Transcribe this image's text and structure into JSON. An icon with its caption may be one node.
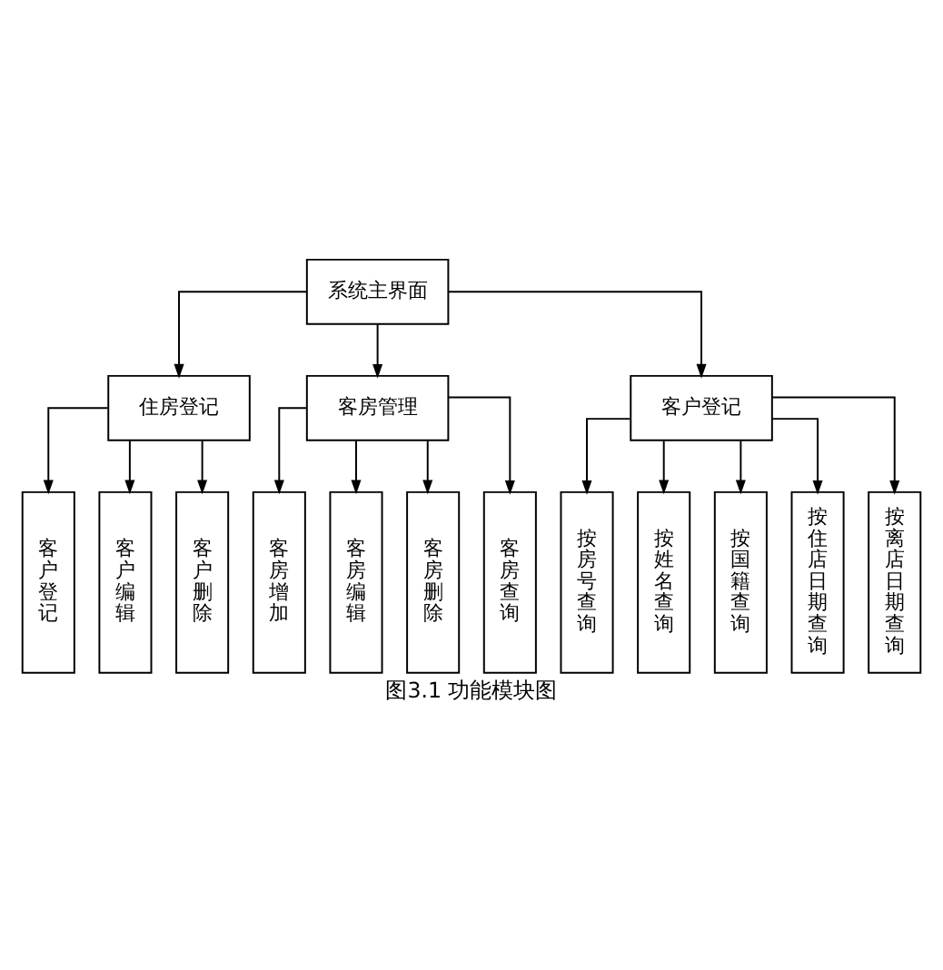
{
  "diagram": {
    "caption": "图3.1 功能模块图",
    "nodes": [
      {
        "text": [
          "系统主界面"
        ]
      },
      {
        "text": [
          "住房登记"
        ]
      },
      {
        "text": [
          "客房管理"
        ]
      },
      {
        "text": [
          "客户登记"
        ]
      },
      {
        "text": [
          "客户登记"
        ]
      },
      {
        "text": [
          "客户编辑"
        ]
      },
      {
        "text": [
          "客户删除"
        ]
      },
      {
        "text": [
          "客房增加"
        ]
      },
      {
        "text": [
          "客房编辑"
        ]
      },
      {
        "text": [
          "客房删除"
        ]
      },
      {
        "text": [
          "客房查询"
        ]
      },
      {
        "text": [
          "按房号查询"
        ]
      },
      {
        "text": [
          "按姓名查询"
        ]
      },
      {
        "text": [
          "按国籍查询"
        ]
      },
      {
        "text": [
          "按住店日期查询"
        ]
      },
      {
        "text": [
          "按离店日期查询"
        ]
      }
    ],
    "edges": [
      {
        "from": 0,
        "to": 1,
        "arrow": "to"
      },
      {
        "from": 0,
        "to": 2,
        "arrow": "to"
      },
      {
        "from": 0,
        "to": 3,
        "arrow": "to"
      },
      {
        "from": 1,
        "to": 4,
        "arrow": "to"
      },
      {
        "from": 1,
        "to": 5,
        "arrow": "to"
      },
      {
        "from": 1,
        "to": 6,
        "arrow": "to"
      },
      {
        "from": 2,
        "to": 7,
        "arrow": "to"
      },
      {
        "from": 2,
        "to": 8,
        "arrow": "to"
      },
      {
        "from": 2,
        "to": 9,
        "arrow": "to"
      },
      {
        "from": 2,
        "to": 10,
        "arrow": "to"
      },
      {
        "from": 3,
        "to": 11,
        "arrow": "to"
      },
      {
        "from": 3,
        "to": 12,
        "arrow": "to"
      },
      {
        "from": 3,
        "to": 13,
        "arrow": "to"
      },
      {
        "from": 3,
        "to": 14,
        "arrow": "to"
      },
      {
        "from": 3,
        "to": 15,
        "arrow": "to"
      }
    ]
  }
}
